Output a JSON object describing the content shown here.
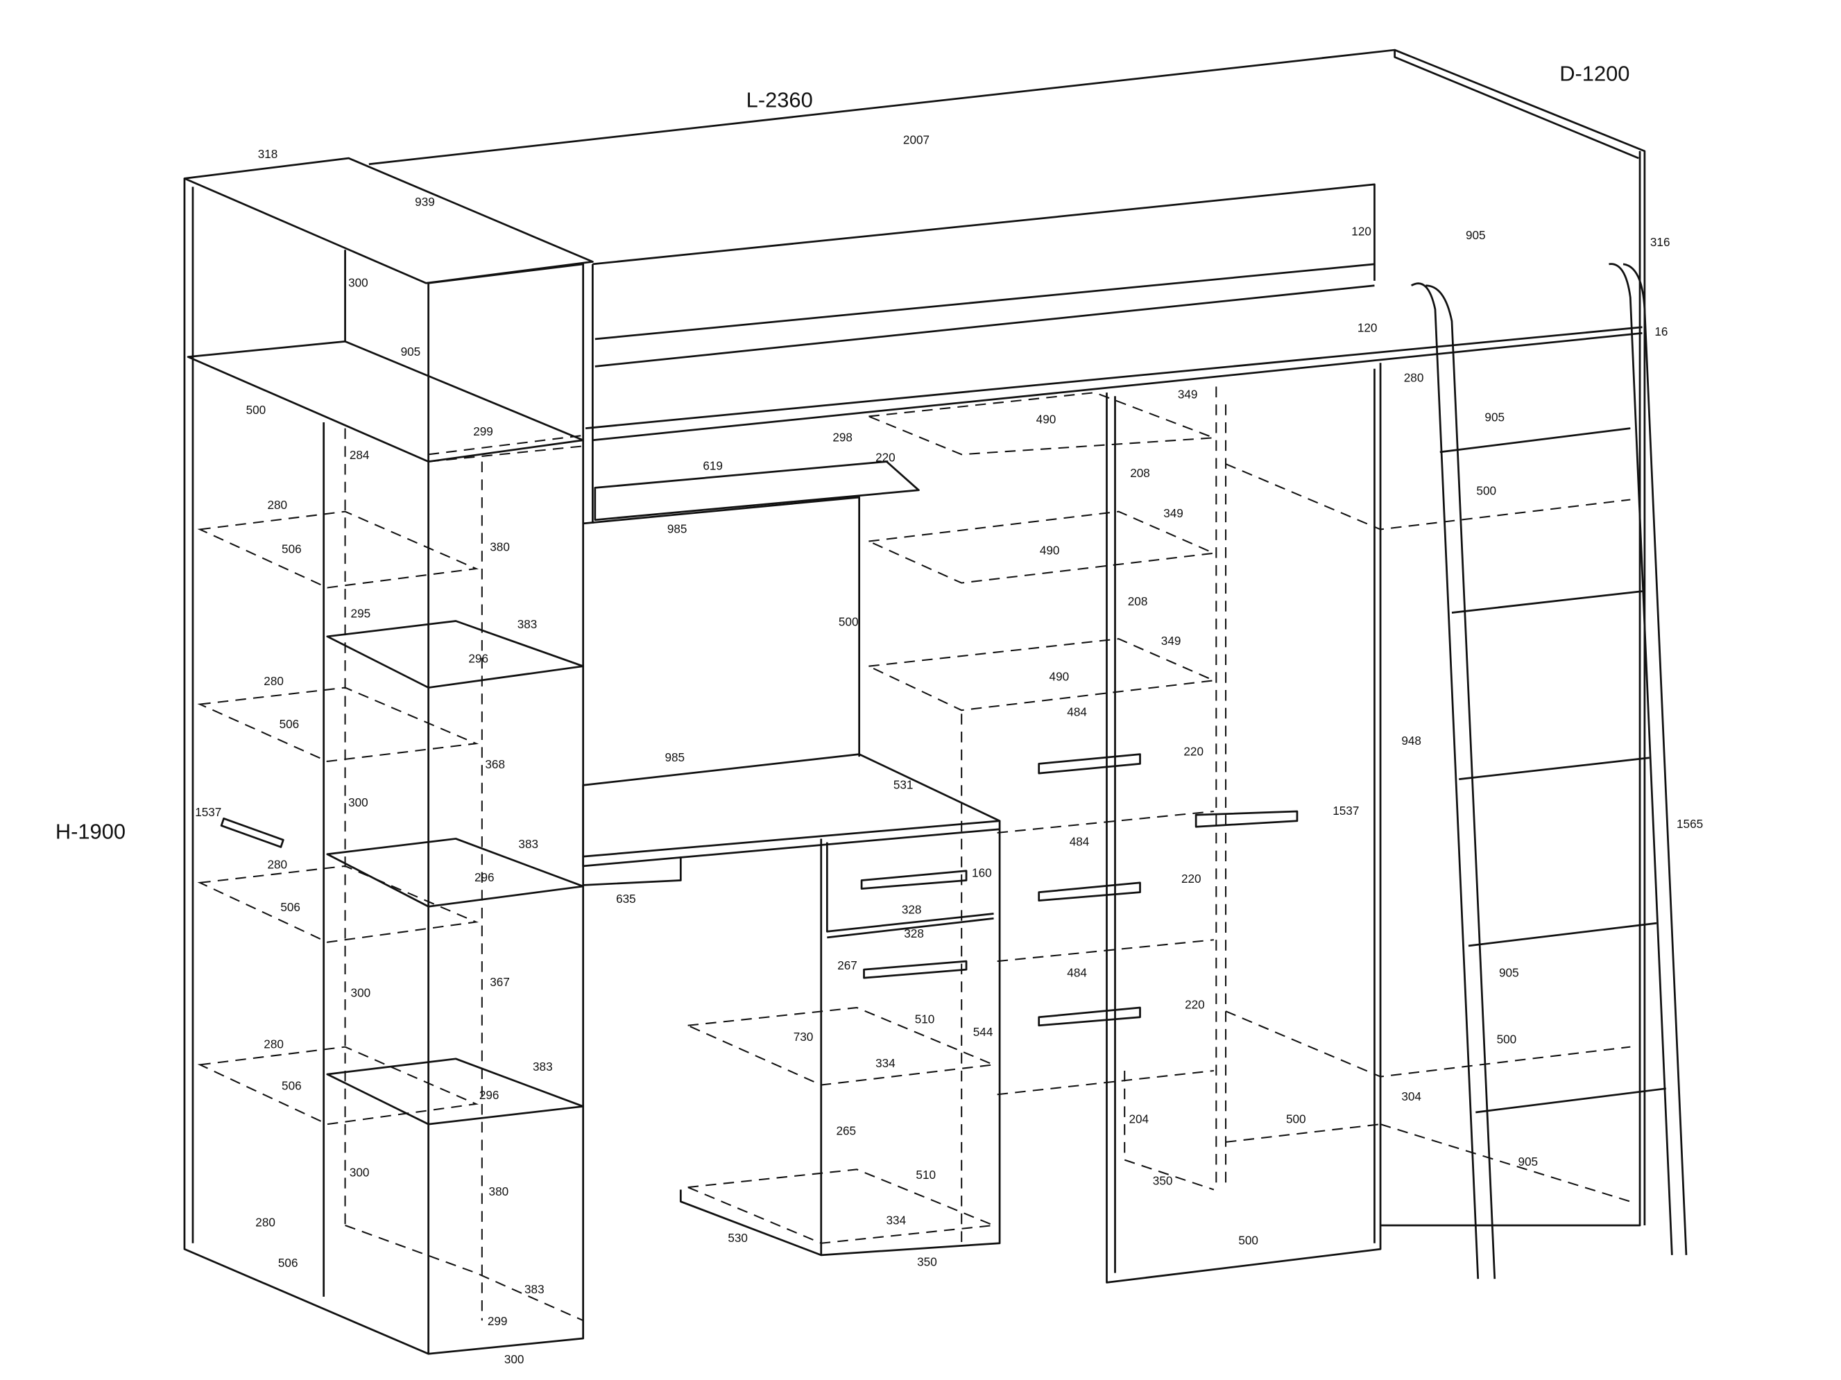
{
  "overall": {
    "length": "L-2360",
    "depth": "D-1200",
    "height": "H-1900"
  },
  "dims": [
    "318",
    "2007",
    "939",
    "300",
    "905",
    "500",
    "299",
    "284",
    "280",
    "506",
    "380",
    "295",
    "383",
    "296",
    "280",
    "506",
    "368",
    "300",
    "1537",
    "383",
    "280",
    "296",
    "506",
    "300",
    "367",
    "280",
    "383",
    "506",
    "296",
    "300",
    "380",
    "280",
    "506",
    "383",
    "299",
    "300",
    "619",
    "298",
    "220",
    "985",
    "500",
    "985",
    "531",
    "635",
    "160",
    "328",
    "328",
    "267",
    "730",
    "510",
    "544",
    "334",
    "265",
    "510",
    "334",
    "530",
    "350",
    "490",
    "349",
    "208",
    "349",
    "490",
    "208",
    "349",
    "490",
    "484",
    "220",
    "484",
    "220",
    "484",
    "220",
    "204",
    "350",
    "500",
    "500",
    "1537",
    "120",
    "120",
    "905",
    "316",
    "16",
    "280",
    "905",
    "500",
    "948",
    "1565",
    "905",
    "500",
    "304",
    "905"
  ]
}
